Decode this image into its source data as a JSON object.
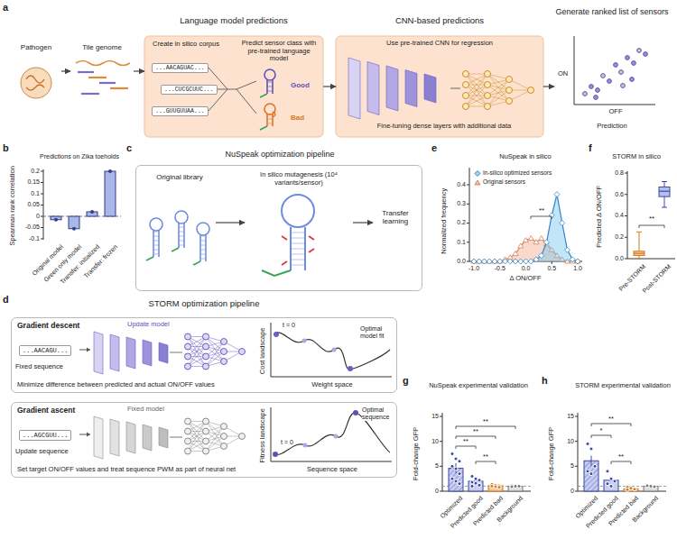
{
  "diagram": {
    "nodes": [
      {
        "text": [
          "Pathogen"
        ]
      },
      {
        "text": [
          "Tile genome"
        ]
      },
      {
        "text": [
          "Language model predictions",
          "Create in silico corpus",
          "...AACAGUAC...",
          "...CUCGCUUC...",
          "...GUUGUUAA...",
          "Predict sensor class with pre-trained language model",
          "Good",
          "Bad"
        ]
      },
      {
        "text": [
          "CNN-based predictions",
          "Use pre-trained CNN for regression",
          "Fine-tuning dense layers with additional data"
        ]
      },
      {
        "text": [
          "Generate ranked list of sensors",
          "ON",
          "OFF",
          "Prediction"
        ]
      },
      {
        "text": [
          "NuSpeak optimization pipeline"
        ]
      },
      {
        "text": [
          "Original library"
        ],
        "in": 5
      },
      {
        "text": [
          "In silico mutagenesis (10⁴ variants/sensor)"
        ],
        "in": 5
      },
      {
        "text": [
          "Transfer learning"
        ],
        "in": 5
      },
      {
        "text": [
          "STORM optimization pipeline"
        ]
      },
      {
        "text": [
          "Gradient descent",
          "...AACAGU...",
          "Fixed sequence",
          "Update model",
          "Minimize difference between predicted and actual ON/OFF values",
          "Cost landscape",
          "Optimal model fit",
          "Weight space",
          "t = 0"
        ],
        "in": 9
      },
      {
        "text": [
          "Gradient ascent",
          "...AGCGUU...",
          "Update sequence",
          "Fixed model",
          "Set target ON/OFF values and treat sequence PWM as part of neural net",
          "Fitness landscape",
          "Optimal sequence",
          "Sequence space",
          "t = 0"
        ],
        "in": 9
      }
    ],
    "edges": [
      {
        "from": 0,
        "to": 1,
        "arrow": "to"
      },
      {
        "from": 1,
        "to": 2,
        "arrow": "to"
      },
      {
        "from": 2,
        "to": 3,
        "arrow": "to"
      },
      {
        "from": 3,
        "to": 4,
        "arrow": "to"
      },
      {
        "from": 6,
        "to": 7,
        "arrow": "to"
      },
      {
        "from": 7,
        "to": 8,
        "arrow": "to"
      }
    ],
    "labels": [
      "a",
      "b",
      "c",
      "d",
      "e",
      "f",
      "g",
      "h",
      "Predictions on Zika toeholds",
      "Spearman rank correlation",
      "0.2",
      "0.15",
      "0.1",
      "0.05",
      "0",
      "-0.05",
      "-0.1",
      "Original model",
      "Green only model",
      "Transfer: initialized",
      "Transfer: frozen",
      "NuSpeak in silico",
      "Normalized frequency",
      "0.4",
      "0.3",
      "0.2",
      "0.1",
      "0.0",
      "-1.0",
      "-0.5",
      "0.0",
      "0.5",
      "1.0",
      "Δ ON/OFF",
      "**",
      "STORM in silico",
      "Predicted Δ ON/OFF",
      "0.8",
      "0.6",
      "0.4",
      "0.2",
      "0.0",
      "Pre-STORM",
      "Post-STORM",
      "**",
      "NuSpeak experimental validation",
      "Fold-change GFP",
      "15",
      "10",
      "5",
      "0",
      "Optimized",
      "Predicted good",
      "Predicted bad",
      "Background",
      "**",
      "**",
      "**",
      "**",
      "STORM experimental validation",
      "Fold-change GFP",
      "15",
      "10",
      "5",
      "0",
      "Optimized",
      "Predicted good",
      "Predicted bad",
      "Background",
      "**",
      "*",
      "**"
    ],
    "legend": [
      {
        "text": "In-silico optimized sensors"
      },
      {
        "text": "Original sensors"
      }
    ]
  }
}
